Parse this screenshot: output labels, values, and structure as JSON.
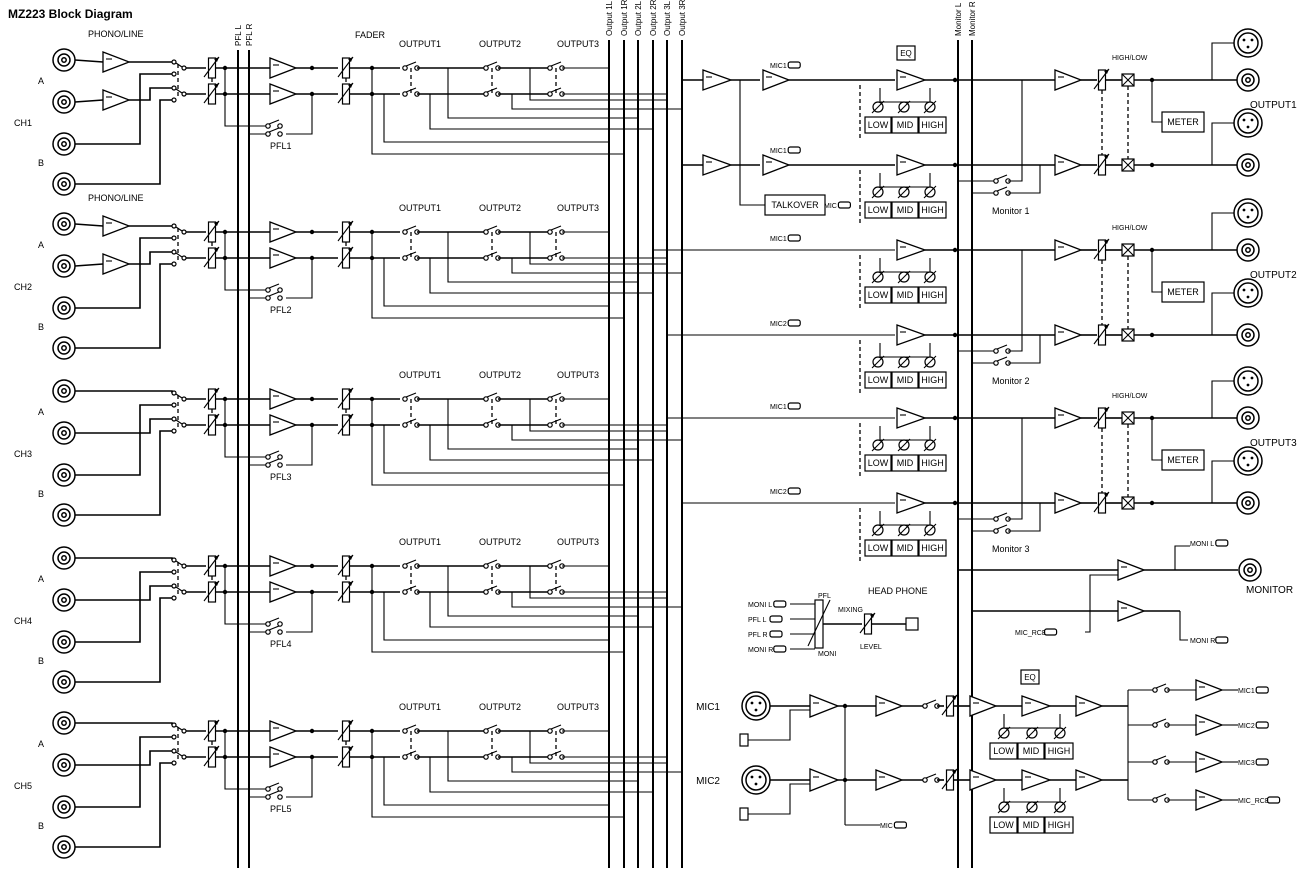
{
  "title": "MZ223 Block Diagram",
  "labels": {
    "phono_line": "PHONO/LINE",
    "fader": "FADER",
    "output1": "OUTPUT1",
    "output2": "OUTPUT2",
    "output3": "OUTPUT3",
    "input_a": "A",
    "input_b": "B",
    "eq": "EQ",
    "low": "LOW",
    "mid": "MID",
    "high": "HIGH",
    "meter": "METER",
    "high_low": "HIGH/LOW",
    "talkover": "TALKOVER",
    "mic": "MIC",
    "headphone": "HEAD PHONE",
    "mixing": "MIXING",
    "level": "LEVEL",
    "pfl": "PFL",
    "moni": "MONI",
    "monitor": "MONITOR",
    "mic_rce": "MIC_RCE",
    "moni_l": "MONI L",
    "moni_r": "MONI R",
    "pfl_l_in": "PFL L",
    "pfl_r_in": "PFL R",
    "mic1": "MIC1",
    "mic2": "MIC2",
    "mic3": "MIC3"
  },
  "channels": [
    "CH1",
    "CH2",
    "CH3",
    "CH4",
    "CH5"
  ],
  "pfl_labels": [
    "PFL1",
    "PFL2",
    "PFL3",
    "PFL4",
    "PFL5"
  ],
  "bus_labels": [
    "PFL L",
    "PFL R",
    "Output 1L",
    "Output 1R",
    "Output 2L",
    "Output 2R",
    "Output 3L",
    "Output 3R",
    "Monitor L",
    "Monitor R"
  ],
  "outputs": [
    "OUTPUT1",
    "OUTPUT2",
    "OUTPUT3"
  ],
  "monitors": [
    "Monitor 1",
    "Monitor 2",
    "Monitor 3"
  ],
  "mic_inputs": [
    "MIC1",
    "MIC2"
  ],
  "mic_sends": [
    "MIC1",
    "MIC2",
    "MIC3",
    "MIC_RCE"
  ]
}
